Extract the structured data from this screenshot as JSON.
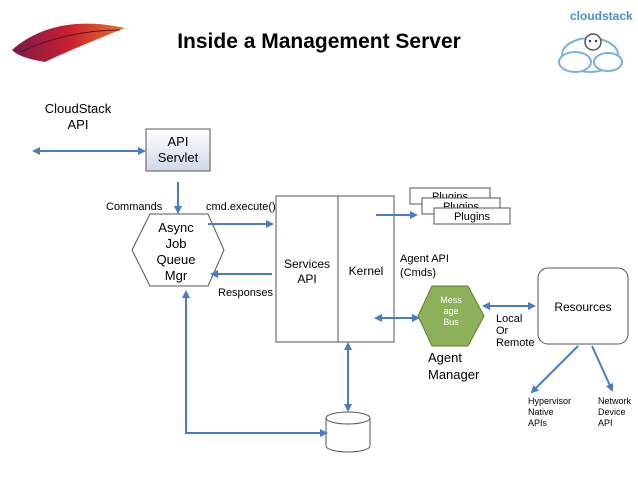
{
  "title": "Inside a Management Server",
  "logo_text": "cloudstack",
  "labels": {
    "cloudstack_api_1": "CloudStack",
    "cloudstack_api_2": "API",
    "api_servlet_1": "API",
    "api_servlet_2": "Servlet",
    "commands": "Commands",
    "cmd_execute": "cmd.execute()",
    "async_1": "Async",
    "async_2": "Job",
    "async_3": "Queue",
    "async_4": "Mgr",
    "responses": "Responses",
    "services_1": "Services",
    "services_2": "API",
    "kernel": "Kernel",
    "plugins_1": "Plugins",
    "plugins_2": "Plugins",
    "plugins_3": "Plugins",
    "agent_api_1": "Agent API",
    "agent_api_2": "(Cmds)",
    "bus_1": "Mess",
    "bus_2": "age",
    "bus_3": "Bus",
    "local_1": "Local",
    "local_2": "Or",
    "local_3": "Remote",
    "agent_manager_1": "Agent",
    "agent_manager_2": "Manager",
    "resources": "Resources",
    "hypervisor_1": "Hypervisor",
    "hypervisor_2": "Native",
    "hypervisor_3": "APIs",
    "network_1": "Network",
    "network_2": "Device",
    "network_3": "API"
  },
  "colors": {
    "arrow": "#4a7cc0",
    "bus_fill": "#8db05a",
    "box_fill": "#d9e1f0",
    "feather_red": "#c8202f"
  }
}
